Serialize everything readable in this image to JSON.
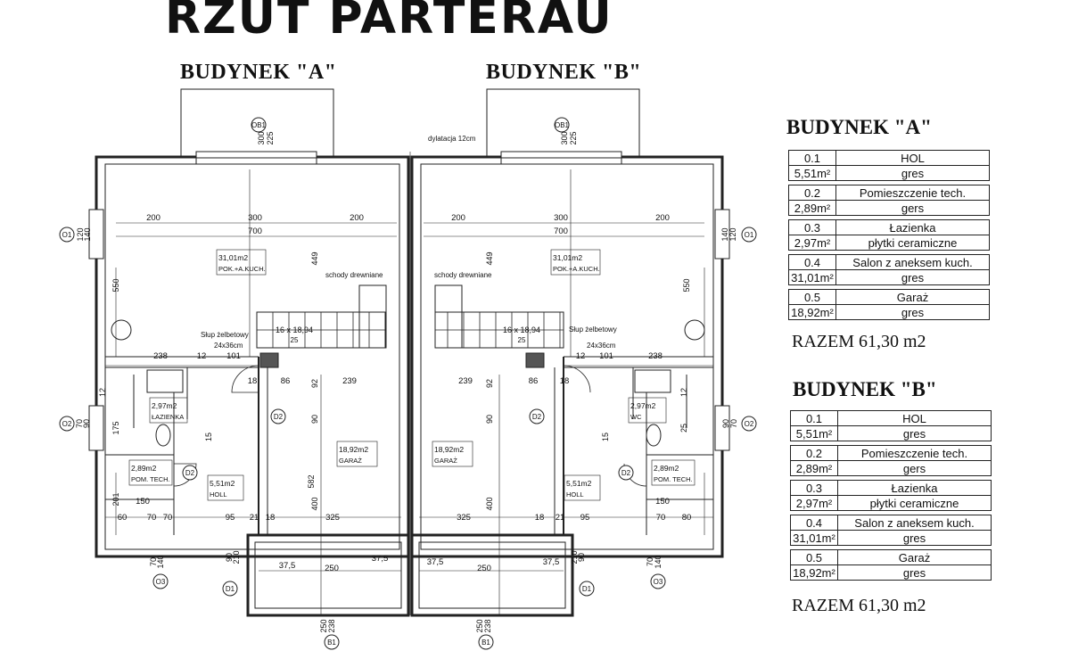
{
  "title": "RZUT PARTERAU",
  "plan": {
    "buildings": [
      {
        "heading": "BUDYNEK \"A\""
      },
      {
        "heading": "BUDYNEK \"B\""
      }
    ],
    "dilatation_note": "dylatacja 12cm",
    "tags": {
      "ob1": "OB1",
      "o1": "O1",
      "o2": "O2",
      "o3": "O3",
      "d1": "D1",
      "d2": "D2",
      "b1": "B1"
    },
    "room_labels": {
      "living": {
        "area": "31,01m2",
        "name": "POK.+A.KUCH."
      },
      "garage": {
        "area": "18,92m2",
        "name": "GARAŻ"
      },
      "bath": {
        "area": "2,97m2",
        "name": "ŁAZIENKA"
      },
      "wc": {
        "area": "2,97m2",
        "name": "WC"
      },
      "tech": {
        "area": "2,89m2",
        "name": "POM. TECH."
      },
      "hall": {
        "area": "5,51m2",
        "name": "HOLL"
      }
    },
    "notes": {
      "stairs": "schody drewniane",
      "column": "Słup żelbetowy",
      "column_size": "24x36cm",
      "stairs_steps": "16 x 18,94",
      "stairs_depth": "25"
    },
    "dims": {
      "d200": "200",
      "d300": "300",
      "d700": "700",
      "d550": "550",
      "d449": "449",
      "d238": "238",
      "d12": "12",
      "d101": "101",
      "d18": "18",
      "d86": "86",
      "d92": "92",
      "d239": "239",
      "d90": "90",
      "d582": "582",
      "d400": "400",
      "d201": "201",
      "d150": "150",
      "d60": "60",
      "d70": "70",
      "d95": "95",
      "d21": "21",
      "d325": "325",
      "d80": "80",
      "d37_5": "37,5",
      "d250": "250",
      "d210": "210",
      "d140": "140",
      "d120": "120",
      "d175": "175",
      "d25": "25",
      "d15": "15",
      "d225": "225",
      "d238b": "238"
    }
  },
  "schedule": [
    {
      "heading": "BUDYNEK \"A\"",
      "rooms": [
        {
          "no": "0.1",
          "name": "HOL",
          "area": "5,51m²",
          "finish": "gres"
        },
        {
          "no": "0.2",
          "name": "Pomieszczenie tech.",
          "area": "2,89m²",
          "finish": "gers"
        },
        {
          "no": "0.3",
          "name": "Łazienka",
          "area": "2,97m²",
          "finish": "płytki ceramiczne"
        },
        {
          "no": "0.4",
          "name": "Salon z aneksem kuch.",
          "area": "31,01m²",
          "finish": "gres"
        },
        {
          "no": "0.5",
          "name": "Garaż",
          "area": "18,92m²",
          "finish": "gres"
        }
      ],
      "total": "RAZEM 61,30 m2"
    },
    {
      "heading": "BUDYNEK \"B\"",
      "rooms": [
        {
          "no": "0.1",
          "name": "HOL",
          "area": "5,51m²",
          "finish": "gres"
        },
        {
          "no": "0.2",
          "name": "Pomieszczenie tech.",
          "area": "2,89m²",
          "finish": "gers"
        },
        {
          "no": "0.3",
          "name": "Łazienka",
          "area": "2,97m²",
          "finish": "płytki ceramiczne"
        },
        {
          "no": "0.4",
          "name": "Salon z aneksem kuch.",
          "area": "31,01m²",
          "finish": "gres"
        },
        {
          "no": "0.5",
          "name": "Garaż",
          "area": "18,92m²",
          "finish": "gres"
        }
      ],
      "total": "RAZEM 61,30 m2"
    }
  ]
}
